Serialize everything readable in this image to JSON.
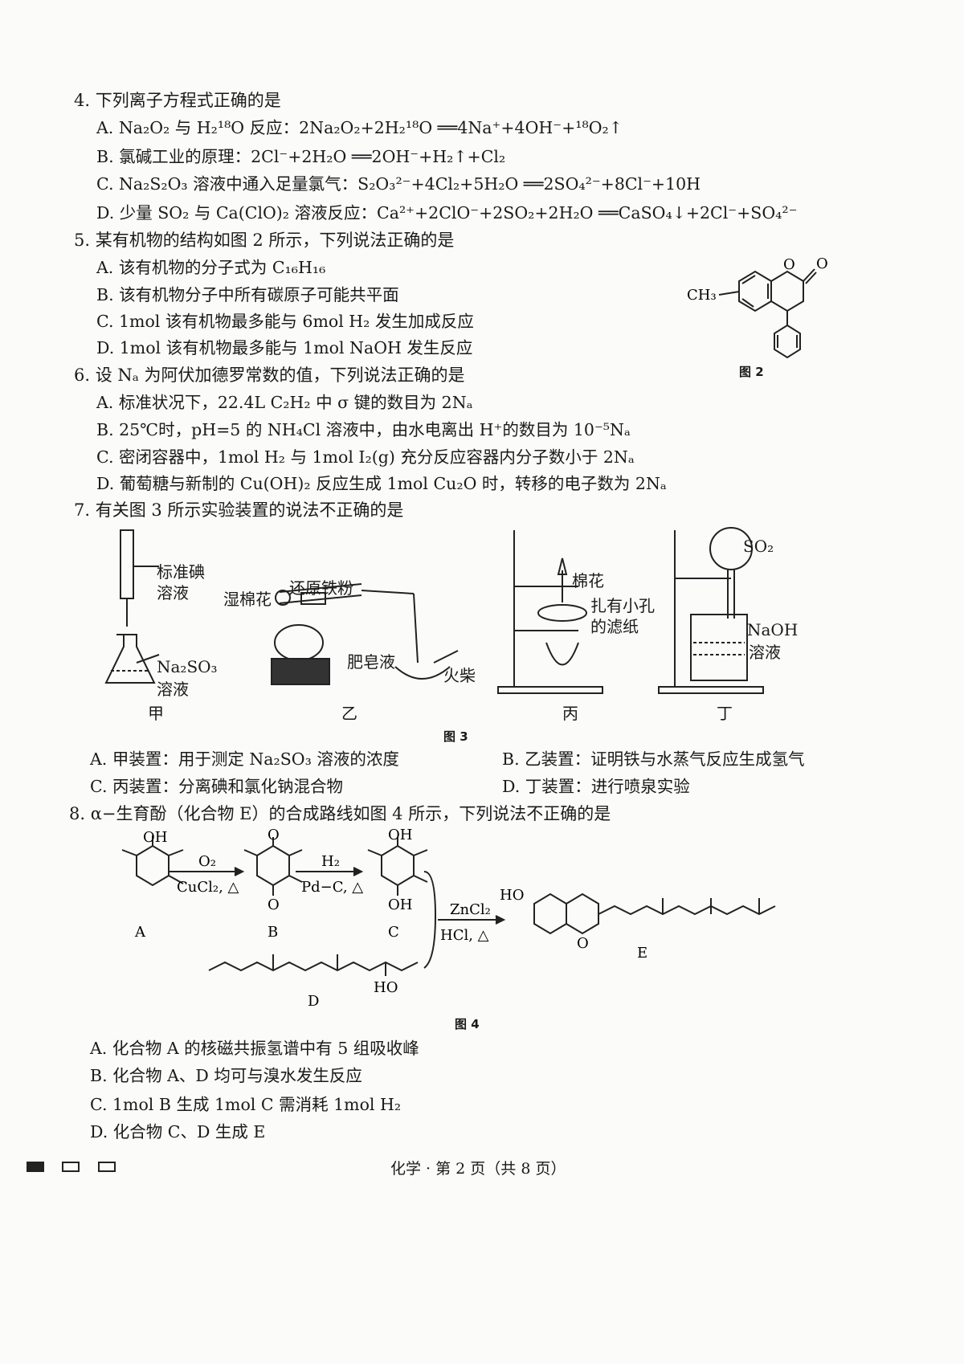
{
  "q4": {
    "stem": "4. 下列离子方程式正确的是",
    "a": "A. Na₂O₂ 与 H₂¹⁸O 反应：2Na₂O₂+2H₂¹⁸O ══4Na⁺+4OH⁻+¹⁸O₂↑",
    "b": "B. 氯碱工业的原理：2Cl⁻+2H₂O ══2OH⁻+H₂↑+Cl₂",
    "c": "C. Na₂S₂O₃ 溶液中通入足量氯气：S₂O₃²⁻+4Cl₂+5H₂O ══2SO₄²⁻+8Cl⁻+10H",
    "d": "D. 少量 SO₂ 与 Ca(ClO)₂ 溶液反应：Ca²⁺+2ClO⁻+2SO₂+2H₂O ══CaSO₄↓+2Cl⁻+SO₄²⁻"
  },
  "q5": {
    "stem": "5. 某有机物的结构如图 2 所示，下列说法正确的是",
    "a": "A. 该有机物的分子式为 C₁₆H₁₆",
    "b": "B. 该有机物分子中所有碳原子可能共平面",
    "c": "C. 1mol 该有机物最多能与 6mol H₂ 发生加成反应",
    "d": "D. 1mol 该有机物最多能与 1mol NaOH 发生反应",
    "fig_caption": "图 2",
    "fig_labels": {
      "ch3": "CH₃",
      "o_ring": "O",
      "o_keto": "O"
    }
  },
  "q6": {
    "stem": "6. 设 Nₐ 为阿伏加德罗常数的值，下列说法正确的是",
    "a": "A. 标准状况下，22.4L C₂H₂ 中 σ 键的数目为 2Nₐ",
    "b": "B. 25℃时，pH=5 的 NH₄Cl 溶液中，由水电离出 H⁺的数目为 10⁻⁵Nₐ",
    "c": "C. 密闭容器中，1mol H₂ 与 1mol I₂(g) 充分反应容器内分子数小于 2Nₐ",
    "d": "D. 葡萄糖与新制的 Cu(OH)₂ 反应生成 1mol Cu₂O 时，转移的电子数为 2Nₐ"
  },
  "q7": {
    "stem": "7. 有关图 3 所示实验装置的说法不正确的是",
    "fig_caption": "图 3",
    "jia": {
      "name": "甲",
      "label1a": "标准碘",
      "label1b": "溶液",
      "label2a": "Na₂SO₃",
      "label2b": "溶液"
    },
    "yi": {
      "name": "乙",
      "label1": "湿棉花",
      "label2": "还原铁粉",
      "label3": "肥皂液",
      "label4": "火柴"
    },
    "bing": {
      "name": "丙",
      "label1": "棉花",
      "label2a": "扎有小孔",
      "label2b": "的滤纸"
    },
    "ding": {
      "name": "丁",
      "label1": "SO₂",
      "label2a": "NaOH",
      "label2b": "溶液"
    },
    "a": "A. 甲装置：用于测定 Na₂SO₃ 溶液的浓度",
    "b": "B. 乙装置：证明铁与水蒸气反应生成氢气",
    "c": "C. 丙装置：分离碘和氯化钠混合物",
    "d": "D. 丁装置：进行喷泉实验"
  },
  "q8": {
    "stem": "8. α−生育酚（化合物 E）的合成路线如图 4 所示，下列说法不正确的是",
    "fig_caption": "图 4",
    "labels": {
      "A": "A",
      "B": "B",
      "C": "C",
      "D": "D",
      "E": "E"
    },
    "arrow1_top": "O₂",
    "arrow1_bottom": "CuCl₂, △",
    "arrow2_top": "H₂",
    "arrow2_bottom": "Pd−C, △",
    "arrow3_top": "ZnCl₂",
    "arrow3_bottom": "HCl, △",
    "oh": "OH",
    "o": "O",
    "ho": "HO",
    "a": "A. 化合物 A 的核磁共振氢谱中有 5 组吸收峰",
    "b": "B. 化合物 A、D 均可与溴水发生反应",
    "c": "C. 1mol B 生成 1mol C 需消耗 1mol H₂",
    "d": "D. 化合物 C、D 生成 E"
  },
  "footer": "化学 · 第 2 页（共 8 页）"
}
